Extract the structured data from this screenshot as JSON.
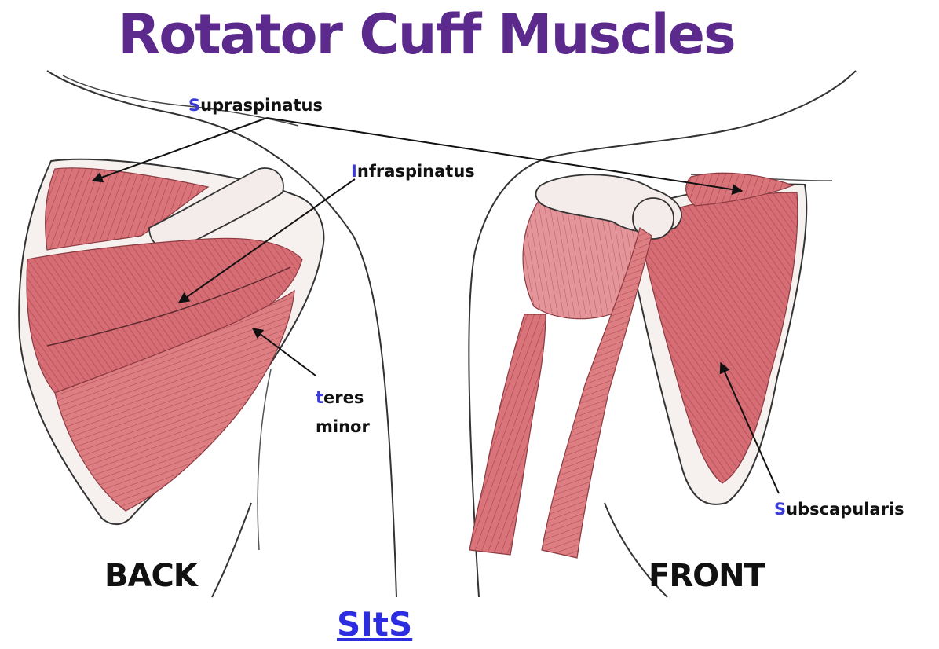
{
  "title": "Rotator Cuff Muscles",
  "labels": {
    "supraspinatus": {
      "initial": "S",
      "rest": "upraspinatus"
    },
    "infraspinatus": {
      "initial": "I",
      "rest": "nfraspinatus"
    },
    "teres_minor": {
      "initial": "t",
      "rest_line1": "eres",
      "line2": "minor"
    },
    "subscapularis": {
      "initial": "S",
      "rest": "ubscapularis"
    }
  },
  "views": {
    "back": "BACK",
    "front": "FRONT"
  },
  "mnemonic": "SItS",
  "colors": {
    "title": "#5b2a8c",
    "initial_letter": "#3a3ad6",
    "mnemonic_link": "#2c2ce0",
    "muscle": "#d9747a",
    "outline": "#2a2a2a"
  }
}
